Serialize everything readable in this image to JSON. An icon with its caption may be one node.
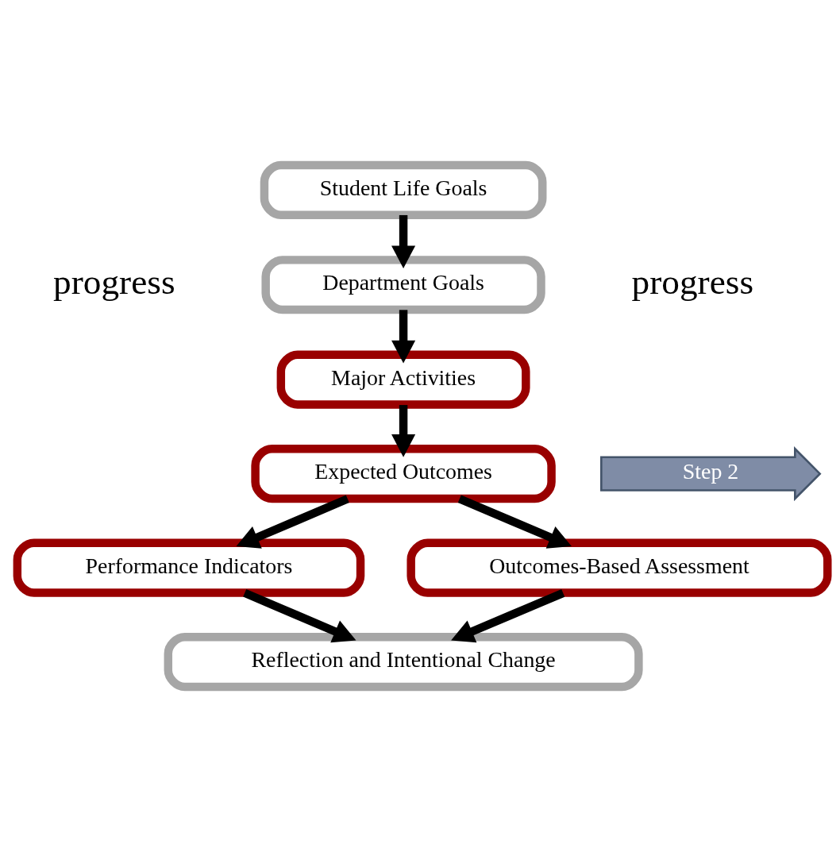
{
  "diagram": {
    "nodes": [
      {
        "text": [
          "Student Life Goals"
        ]
      },
      {
        "text": [
          "Department Goals"
        ]
      },
      {
        "text": [
          "Major Activities"
        ]
      },
      {
        "text": [
          "Expected Outcomes"
        ]
      },
      {
        "text": [
          "Performance Indicators"
        ]
      },
      {
        "text": [
          "Outcomes-Based Assessment"
        ]
      },
      {
        "text": [
          "Reflection and Intentional Change"
        ]
      },
      {
        "text": [
          "Step 2"
        ]
      }
    ],
    "edges": [
      {
        "from": 0,
        "to": 1,
        "arrow": "to"
      },
      {
        "from": 1,
        "to": 2,
        "arrow": "to"
      },
      {
        "from": 2,
        "to": 3,
        "arrow": "to"
      },
      {
        "from": 3,
        "to": 4,
        "arrow": "to"
      },
      {
        "from": 3,
        "to": 5,
        "arrow": "to"
      },
      {
        "from": 4,
        "to": 6,
        "arrow": "to"
      },
      {
        "from": 5,
        "to": 6,
        "arrow": "to"
      }
    ],
    "labels": [
      "progress",
      "progress"
    ]
  }
}
